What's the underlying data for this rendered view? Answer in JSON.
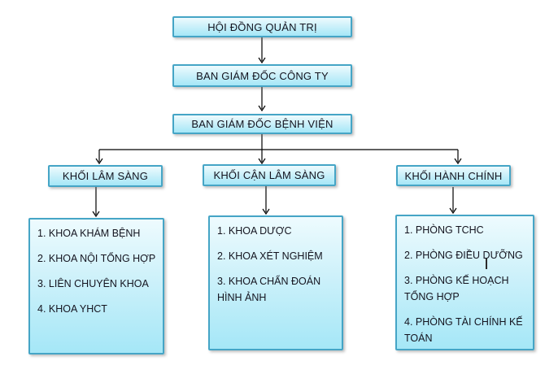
{
  "diagram": {
    "nodes": {
      "root": "HỘI ĐỒNG QUẢN TRỊ",
      "company_board": "BAN GIÁM ĐỐC CÔNG TY",
      "hospital_board": "BAN GIÁM ĐỐC BỆNH VIỆN"
    },
    "branches": [
      {
        "label": "KHỐI LÂM SÀNG",
        "items": [
          "1. KHOA KHÁM BỆNH",
          "2. KHOA NỘI TỔNG HỢP",
          "3. LIÊN CHUYÊN KHOA",
          "4. KHOA YHCT"
        ]
      },
      {
        "label": "KHỐI CẬN LÂM SÀNG",
        "items": [
          "1. KHOA DƯỢC",
          "2. KHOA XÉT NGHIỆM",
          "3. KHOA CHẨN ĐOÁN HÌNH ẢNH"
        ]
      },
      {
        "label": "KHỐI HÀNH CHÍNH",
        "items": [
          "1. PHÒNG TCHC",
          "2. PHÒNG ĐIỀU DƯỠNG",
          "3. PHÒNG KẾ HOẠCH TỔNG HỢP",
          "4. PHÒNG TÀI CHÍNH KẾ TOÁN"
        ]
      }
    ],
    "colors": {
      "box_border": "#45a5c6",
      "box_fill_top": "#eefbfe",
      "box_fill_bottom": "#a5e7f7",
      "connector": "#000000",
      "text": "#14141f",
      "background": "#ffffff"
    }
  }
}
